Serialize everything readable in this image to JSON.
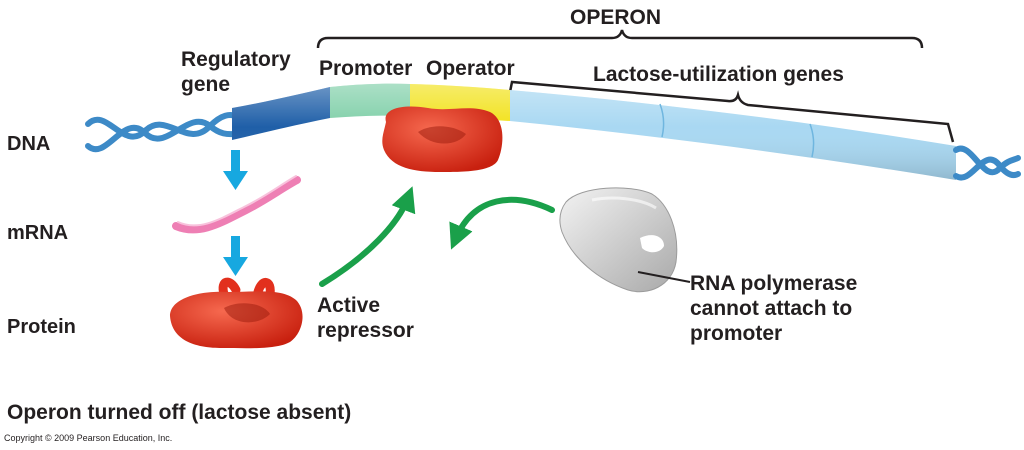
{
  "labels": {
    "operon": "OPERON",
    "regulatory_gene_line1": "Regulatory",
    "regulatory_gene_line2": "gene",
    "promoter": "Promoter",
    "operator": "Operator",
    "lactose_genes": "Lactose-utilization genes",
    "dna": "DNA",
    "mrna": "mRNA",
    "protein": "Protein",
    "active_repressor_line1": "Active",
    "active_repressor_line2": "repressor",
    "rna_polymerase_line1": "RNA polymerase",
    "rna_polymerase_line2": "cannot attach to",
    "rna_polymerase_line3": "promoter",
    "caption": "Operon turned off (lactose absent)",
    "copyright": "Copyright © 2009 Pearson Education, Inc."
  },
  "colors": {
    "regulatory_gene": "#1f5fa8",
    "promoter": "#7fcfa8",
    "operator": "#f2e21b",
    "lactose_genes": "#a9d8f2",
    "dna_helix": "#3d8ac7",
    "mrna": "#ee7fb4",
    "repressor": "#e2301d",
    "green_arrow": "#1aa04a",
    "blue_arrow": "#17a8e0",
    "rna_polymerase": "#d3d3d3"
  }
}
